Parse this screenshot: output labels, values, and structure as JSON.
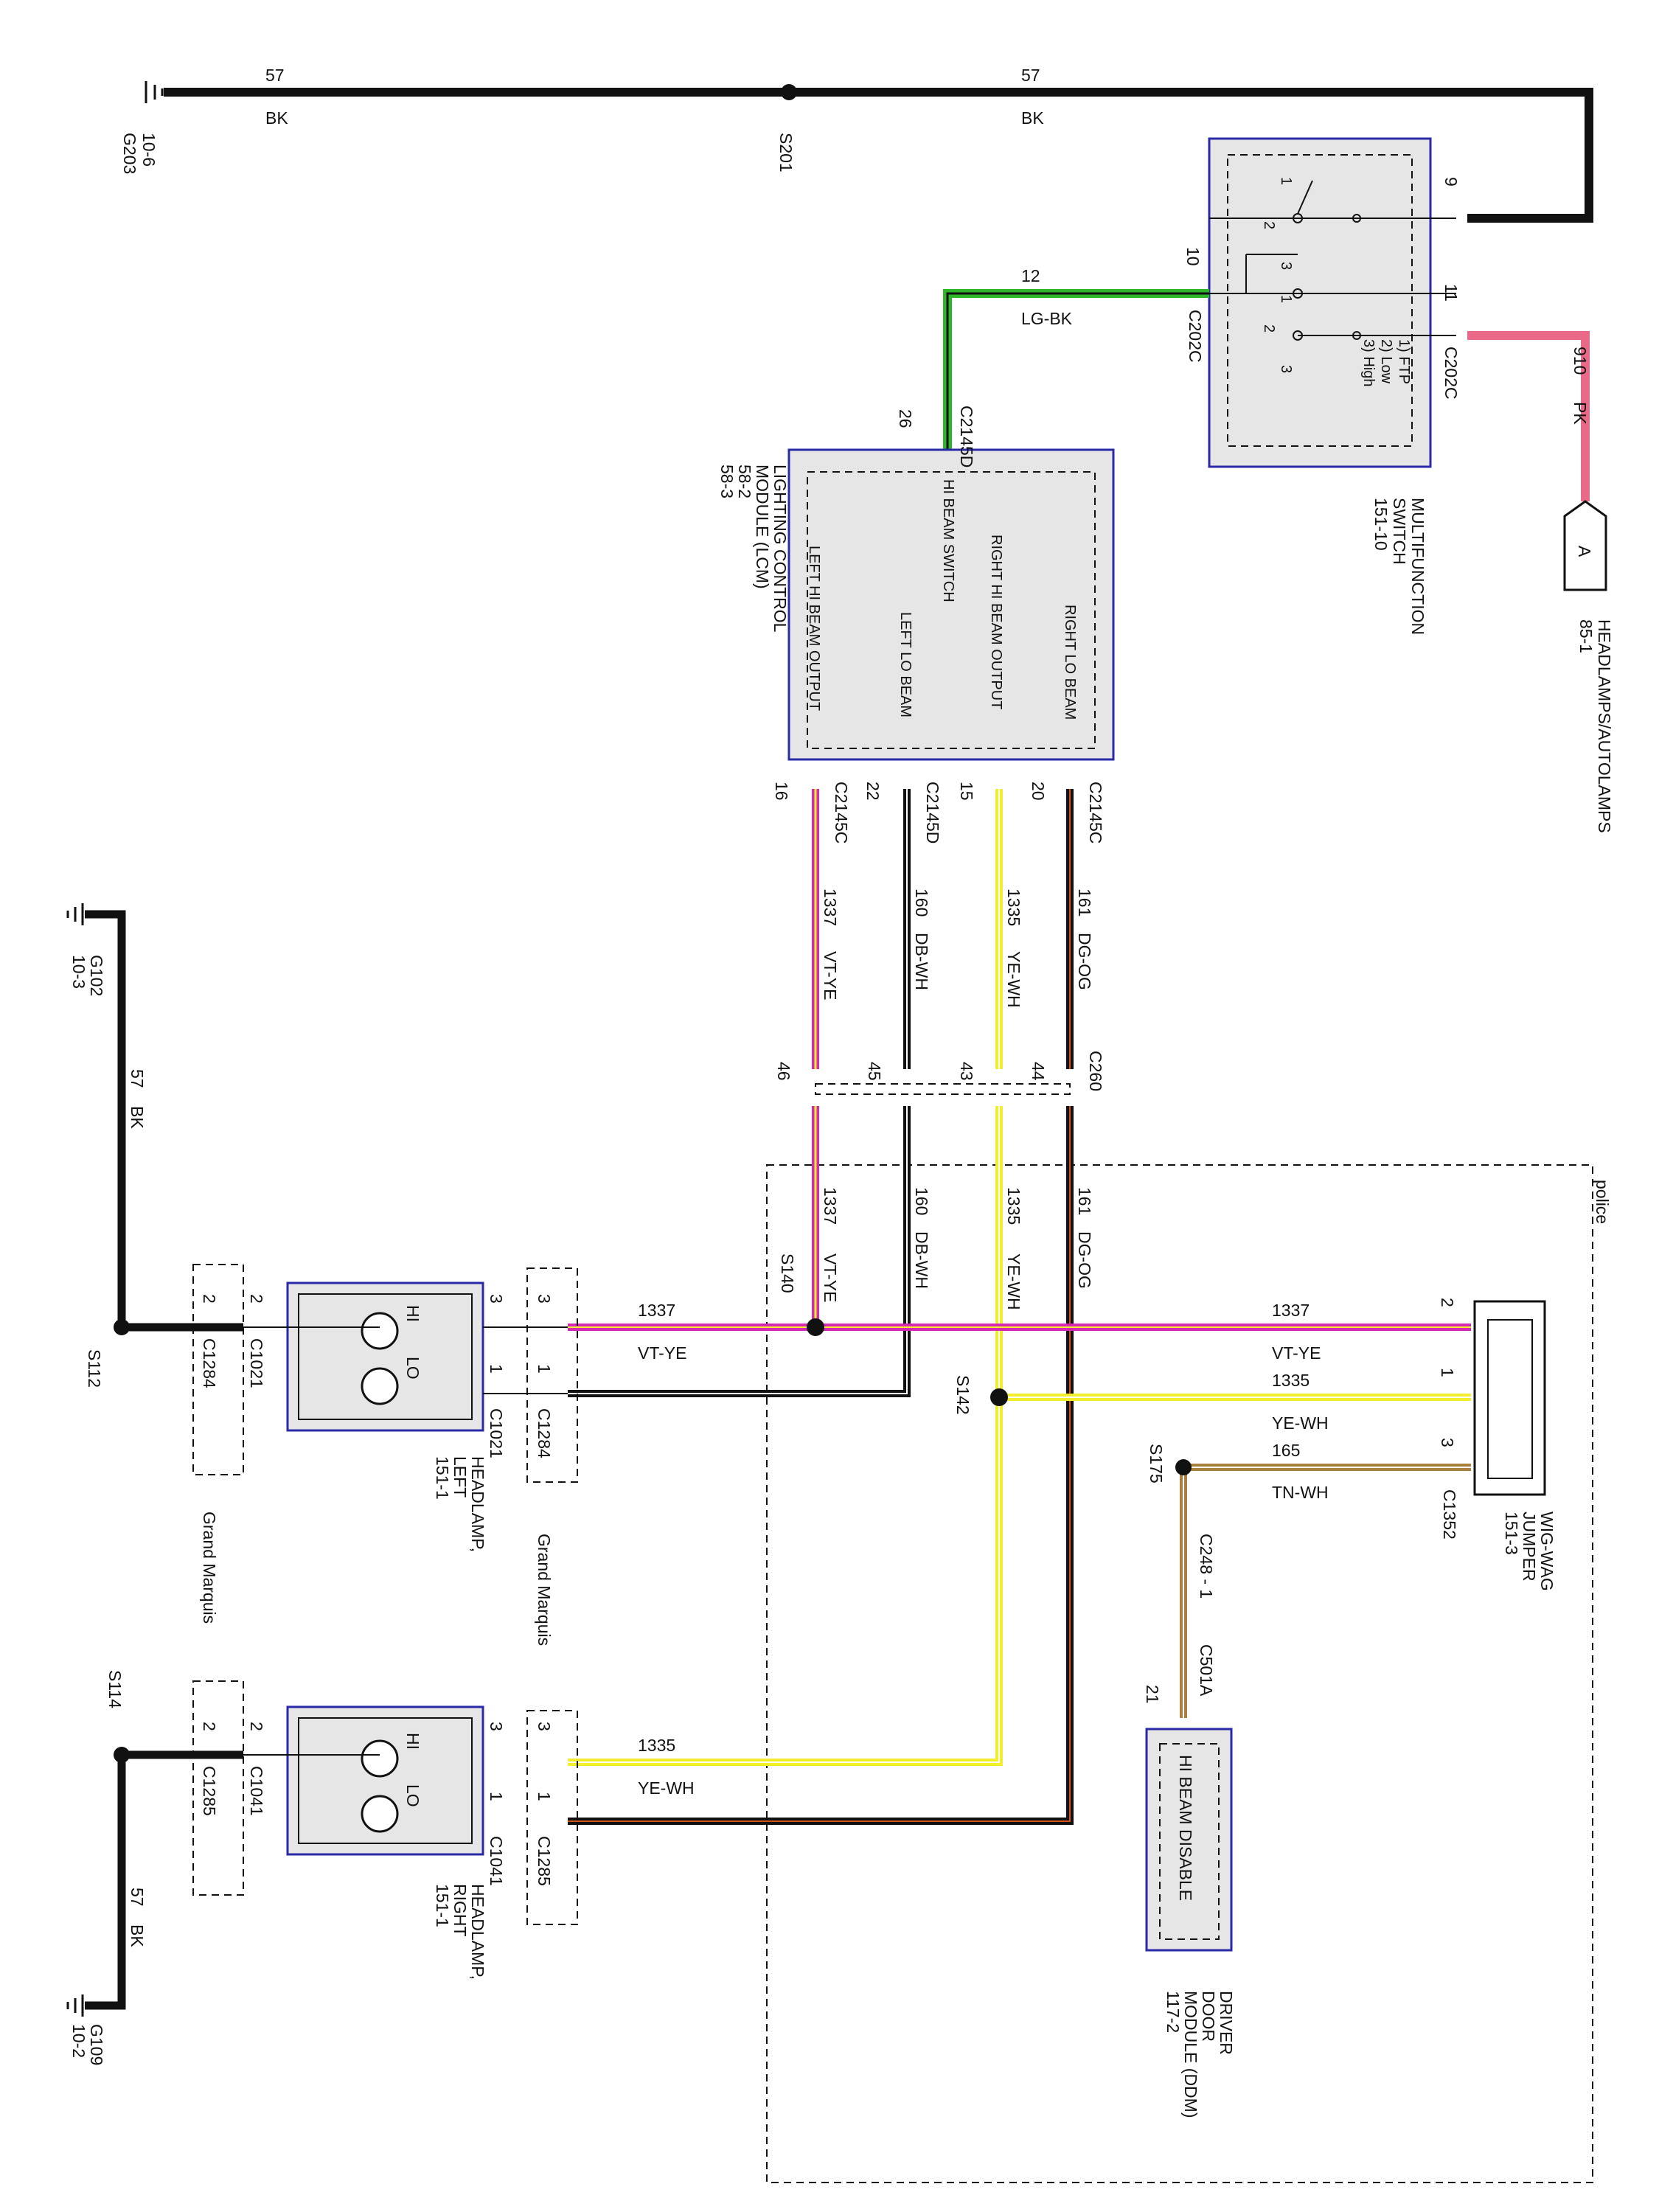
{
  "colors": {
    "bk": "#000000",
    "lg": "#2fb52a",
    "pk": "#e86a88",
    "vt": "#d429b4",
    "ye": "#f3ee2b",
    "dgog": "#2a2a2a",
    "tn": "#a9813c",
    "og": "#d0521d",
    "box_border": "#2a2aa8",
    "box_fill": "#e6e6e6"
  },
  "grounds": {
    "g203": "G203",
    "g203_ref": "10-6",
    "g102": "G102",
    "g102_ref": "10-3",
    "g109": "G109",
    "g109_ref": "10-2"
  },
  "splices": {
    "s201": "S201",
    "s140": "S140",
    "s142": "S142",
    "s175": "S175",
    "s112": "S112",
    "s114": "S114"
  },
  "wires": {
    "c57": "57",
    "bk": "BK",
    "c12": "12",
    "lgbk": "LG-BK",
    "c910": "910",
    "pk": "PK",
    "c1337": "1337",
    "vtye": "VT-YE",
    "c160": "160",
    "dbwh": "DB-WH",
    "c1335": "1335",
    "yewh": "YE-WH",
    "c161": "161",
    "dgog": "DG-OG",
    "c165": "165",
    "tnwh": "TN-WH"
  },
  "multifunction": {
    "name1": "MULTIFUNCTION",
    "name2": "SWITCH",
    "ref": "151-10",
    "legend1": "1) FTP",
    "legend2": "2) Low",
    "legend3": "3) High",
    "c202c_a": "C202C",
    "c202c_b": "C202C",
    "pin9": "9",
    "pin10": "10",
    "pin11": "11",
    "sw1": "1",
    "sw2": "2",
    "sw3": "3"
  },
  "headlamps_conn": {
    "letter": "A",
    "name": "HEADLAMPS/AUTOLAMPS",
    "ref": "85-1"
  },
  "lcm": {
    "name1": "LIGHTING CONTROL",
    "name2": "MODULE (LCM)",
    "ref1": "58-2",
    "ref2": "58-3",
    "hi_beam_switch": "HI BEAM SWITCH",
    "left_hi": "LEFT HI BEAM OUTPUT",
    "left_lo": "LEFT LO BEAM",
    "right_hi": "RIGHT HI BEAM OUTPUT",
    "right_lo": "RIGHT LO BEAM",
    "c2145d_top": "C2145D",
    "pin26": "26",
    "c2145c_a": "C2145C",
    "pin16": "16",
    "c2145d_b": "C2145D",
    "pin22": "22",
    "pin15": "15",
    "pin20": "20",
    "c2145c_b": "C2145C"
  },
  "c260": {
    "name": "C260",
    "p46": "46",
    "p45": "45",
    "p43": "43",
    "p44": "44"
  },
  "police": "police",
  "wigwag": {
    "name1": "WIG-WAG",
    "name2": "JUMPER",
    "ref": "151-3",
    "conn": "C1352",
    "p2": "2",
    "p1": "1",
    "p3": "3"
  },
  "ddm": {
    "c248": "C248 - 1",
    "c501a": "C501A",
    "pin21": "21",
    "disable": "HI BEAM DISABLE",
    "name1": "DRIVER",
    "name2": "DOOR",
    "name3": "MODULE (DDM)",
    "ref": "117-2"
  },
  "headlamp_left": {
    "name1": "HEADLAMP,",
    "name2": "LEFT",
    "ref": "151-1",
    "hi": "HI",
    "lo": "LO",
    "c1021_a": "C1021",
    "c1021_b": "C1021",
    "c1284_a": "C1284",
    "c1284_b": "C1284",
    "p2a": "2",
    "p2b": "2",
    "p3a": "3",
    "p3b": "3",
    "p1a": "1",
    "p1b": "1",
    "gm_a": "Grand Marquis",
    "gm_b": "Grand Marquis"
  },
  "headlamp_right": {
    "name1": "HEADLAMP,",
    "name2": "RIGHT",
    "ref": "151-1",
    "hi": "HI",
    "lo": "LO",
    "c1041_a": "C1041",
    "c1041_b": "C1041",
    "c1285_a": "C1285",
    "c1285_b": "C1285",
    "p2a": "2",
    "p2b": "2",
    "p3a": "3",
    "p3b": "3",
    "p1a": "1",
    "p1b": "1"
  }
}
